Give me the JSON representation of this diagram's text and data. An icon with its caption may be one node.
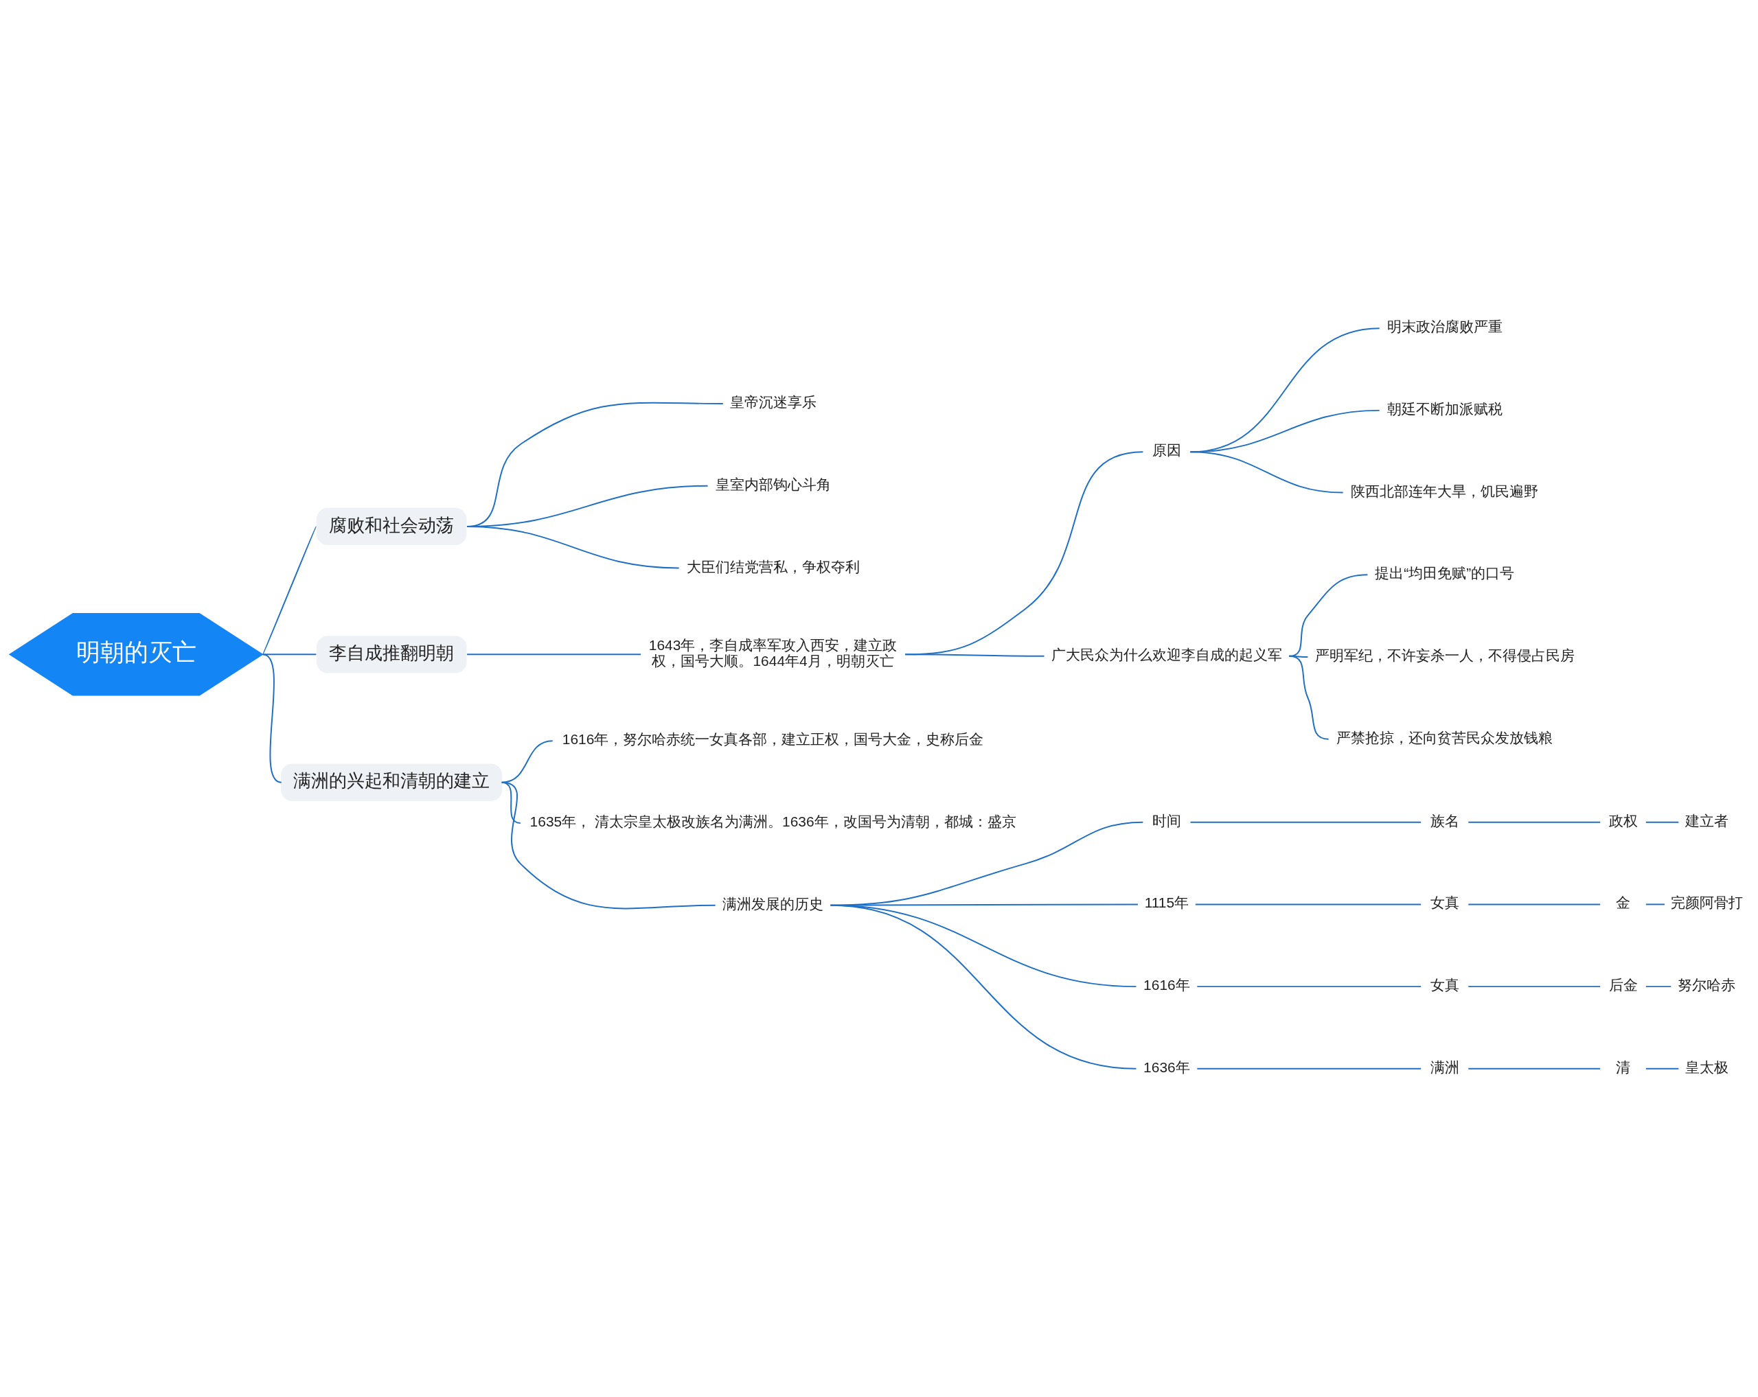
{
  "diagram": {
    "nodes": [
      {
        "text": [
          "明朝的灭亡"
        ]
      },
      {
        "text": [
          "腐败和社会动荡"
        ]
      },
      {
        "text": [
          "皇帝沉迷享乐"
        ]
      },
      {
        "text": [
          "皇室内部钩心斗角"
        ]
      },
      {
        "text": [
          "大臣们结党营私，争权夺利"
        ]
      },
      {
        "text": [
          "李自成推翻明朝"
        ]
      },
      {
        "text": [
          "1643年，李自成率军攻入西安，建立政权，国号大顺。1644年4月，明朝灭亡"
        ]
      },
      {
        "text": [
          "原因"
        ]
      },
      {
        "text": [
          "明末政治腐败严重"
        ]
      },
      {
        "text": [
          "朝廷不断加派赋税"
        ]
      },
      {
        "text": [
          "陕西北部连年大旱，饥民遍野"
        ]
      },
      {
        "text": [
          "广大民众为什么欢迎李自成的起义军"
        ]
      },
      {
        "text": [
          "提出“均田免赋”的口号"
        ]
      },
      {
        "text": [
          "严明军纪，不许妄杀一人，不得侵占民房"
        ]
      },
      {
        "text": [
          "严禁抢掠，还向贫苦民众发放钱粮"
        ]
      },
      {
        "text": [
          "满洲的兴起和清朝的建立"
        ]
      },
      {
        "text": [
          "1616年，努尔哈赤统一女真各部，建立正权，国号大金，史称后金"
        ]
      },
      {
        "text": [
          "1635年， 清太宗皇太极改族名为满洲。1636年，改国号为清朝，都城：盛京"
        ]
      },
      {
        "text": [
          "满洲发展的历史"
        ]
      },
      {
        "text": [
          "时间"
        ]
      },
      {
        "text": [
          "族名"
        ]
      },
      {
        "text": [
          "政权"
        ]
      },
      {
        "text": [
          "建立者"
        ]
      },
      {
        "text": [
          "1115年"
        ]
      },
      {
        "text": [
          "女真"
        ]
      },
      {
        "text": [
          "金"
        ]
      },
      {
        "text": [
          "完颜阿骨打"
        ]
      },
      {
        "text": [
          "1616年"
        ]
      },
      {
        "text": [
          "女真"
        ]
      },
      {
        "text": [
          "后金"
        ]
      },
      {
        "text": [
          "努尔哈赤"
        ]
      },
      {
        "text": [
          "1636年"
        ]
      },
      {
        "text": [
          "满洲"
        ]
      },
      {
        "text": [
          "清"
        ]
      },
      {
        "text": [
          "皇太极"
        ]
      }
    ],
    "edges": [
      {
        "from": 0,
        "to": 1,
        "arrow": "none"
      },
      {
        "from": 1,
        "to": 2,
        "arrow": "none"
      },
      {
        "from": 1,
        "to": 3,
        "arrow": "none"
      },
      {
        "from": 1,
        "to": 4,
        "arrow": "none"
      },
      {
        "from": 0,
        "to": 5,
        "arrow": "none"
      },
      {
        "from": 5,
        "to": 6,
        "arrow": "none"
      },
      {
        "from": 6,
        "to": 7,
        "arrow": "none"
      },
      {
        "from": 7,
        "to": 8,
        "arrow": "none"
      },
      {
        "from": 7,
        "to": 9,
        "arrow": "none"
      },
      {
        "from": 7,
        "to": 10,
        "arrow": "none"
      },
      {
        "from": 6,
        "to": 11,
        "arrow": "none"
      },
      {
        "from": 11,
        "to": 12,
        "arrow": "none"
      },
      {
        "from": 11,
        "to": 13,
        "arrow": "none"
      },
      {
        "from": 11,
        "to": 14,
        "arrow": "none"
      },
      {
        "from": 0,
        "to": 15,
        "arrow": "none"
      },
      {
        "from": 15,
        "to": 16,
        "arrow": "none"
      },
      {
        "from": 15,
        "to": 17,
        "arrow": "none"
      },
      {
        "from": 15,
        "to": 18,
        "arrow": "none"
      },
      {
        "from": 18,
        "to": 19,
        "arrow": "none"
      },
      {
        "from": 19,
        "to": 20,
        "arrow": "none"
      },
      {
        "from": 20,
        "to": 21,
        "arrow": "none"
      },
      {
        "from": 21,
        "to": 22,
        "arrow": "none"
      },
      {
        "from": 18,
        "to": 23,
        "arrow": "none"
      },
      {
        "from": 23,
        "to": 24,
        "arrow": "none"
      },
      {
        "from": 24,
        "to": 25,
        "arrow": "none"
      },
      {
        "from": 25,
        "to": 26,
        "arrow": "none"
      },
      {
        "from": 18,
        "to": 27,
        "arrow": "none"
      },
      {
        "from": 27,
        "to": 28,
        "arrow": "none"
      },
      {
        "from": 28,
        "to": 29,
        "arrow": "none"
      },
      {
        "from": 29,
        "to": 30,
        "arrow": "none"
      },
      {
        "from": 18,
        "to": 31,
        "arrow": "none"
      },
      {
        "from": 31,
        "to": 32,
        "arrow": "none"
      },
      {
        "from": 32,
        "to": 33,
        "arrow": "none"
      },
      {
        "from": 33,
        "to": 34,
        "arrow": "none"
      }
    ]
  }
}
